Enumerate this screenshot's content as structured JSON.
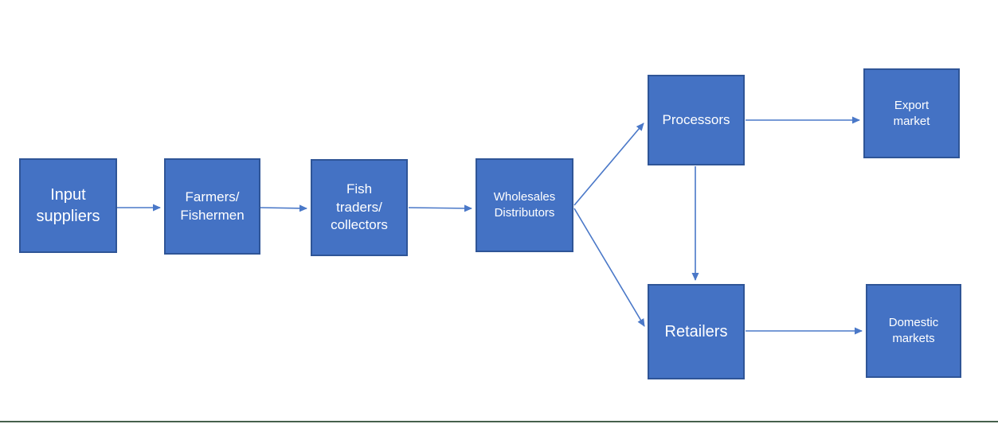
{
  "diagram": {
    "nodes": [
      {
        "id": "input-suppliers",
        "label": "Input suppliers",
        "lines": [
          "Input",
          "suppliers"
        ]
      },
      {
        "id": "farmers-fishermen",
        "label": "Farmers/Fishermen",
        "lines": [
          "Farmers/",
          "Fishermen"
        ]
      },
      {
        "id": "fish-traders-collectors",
        "label": "Fish traders/collectors",
        "lines": [
          "Fish",
          "traders/",
          "collectors"
        ]
      },
      {
        "id": "wholesales-distributors",
        "label": "Wholesales Distributors",
        "lines": [
          "Wholesales",
          "Distributors"
        ]
      },
      {
        "id": "processors",
        "label": "Processors",
        "lines": [
          "Processors"
        ]
      },
      {
        "id": "export-market",
        "label": "Export market",
        "lines": [
          "Export",
          "market"
        ]
      },
      {
        "id": "retailers",
        "label": "Retailers",
        "lines": [
          "Retailers"
        ]
      },
      {
        "id": "domestic-markets",
        "label": "Domestic markets",
        "lines": [
          "Domestic",
          "markets"
        ]
      }
    ],
    "edges": [
      {
        "from": "input-suppliers",
        "to": "farmers-fishermen"
      },
      {
        "from": "farmers-fishermen",
        "to": "fish-traders-collectors"
      },
      {
        "from": "fish-traders-collectors",
        "to": "wholesales-distributors"
      },
      {
        "from": "wholesales-distributors",
        "to": "processors"
      },
      {
        "from": "wholesales-distributors",
        "to": "retailers"
      },
      {
        "from": "processors",
        "to": "export-market"
      },
      {
        "from": "processors",
        "to": "retailers"
      },
      {
        "from": "retailers",
        "to": "domestic-markets"
      }
    ],
    "colors": {
      "node_fill": "#4472C4",
      "node_border": "#2F5597",
      "arrow": "#4A78C8",
      "text": "#FFFFFF",
      "bottom_rule": "#46604C"
    }
  }
}
